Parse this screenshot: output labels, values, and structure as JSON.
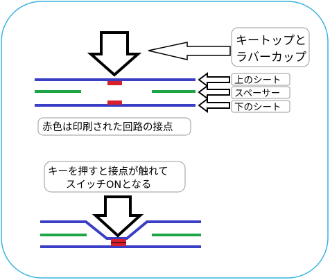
{
  "colors": {
    "frame": "#39B3DF",
    "sheet": "#3B3FC5",
    "spacer": "#1EA646",
    "contact": "#D6202C",
    "arrow_stroke": "#000000",
    "label_border": "#999999"
  },
  "labels": {
    "keytop_line1": "キートップと",
    "keytop_line2": "ラバーカップ",
    "upper_sheet": "上のシート",
    "spacer": "スペーサー",
    "lower_sheet": "下のシート",
    "contact_note": "赤色は印刷された回路の接点",
    "press_line1": "キーを押すと接点が触れて",
    "press_line2": "スイッチONとなる"
  }
}
